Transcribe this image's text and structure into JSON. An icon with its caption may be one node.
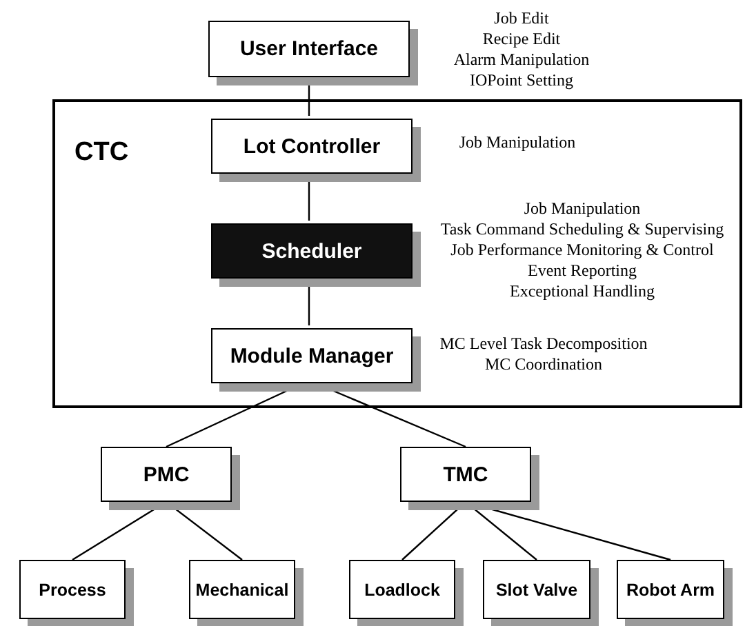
{
  "diagram": {
    "nodes": [
      {
        "text": [
          "User Interface"
        ],
        "beside": [
          "Job Edit",
          "Recipe Edit",
          "Alarm Manipulation",
          "IOPoint Setting"
        ]
      },
      {
        "text": [
          "CTC"
        ]
      },
      {
        "text": [
          "Lot Controller"
        ],
        "in": 1,
        "beside": [
          "Job Manipulation"
        ]
      },
      {
        "text": [
          "Scheduler"
        ],
        "in": 1,
        "beside": [
          "Job Manipulation",
          "Task Command Scheduling & Supervising",
          "Job Performance Monitoring & Control",
          "Event Reporting",
          "Exceptional Handling"
        ]
      },
      {
        "text": [
          "Module Manager"
        ],
        "in": 1,
        "beside": [
          "MC Level Task Decomposition",
          "MC Coordination"
        ]
      },
      {
        "text": [
          "PMC"
        ]
      },
      {
        "text": [
          "TMC"
        ]
      },
      {
        "text": [
          "Process"
        ]
      },
      {
        "text": [
          "Mechanical"
        ]
      },
      {
        "text": [
          "Loadlock"
        ]
      },
      {
        "text": [
          "Slot Valve"
        ]
      },
      {
        "text": [
          "Robot Arm"
        ]
      }
    ],
    "edges": [
      {
        "from": 0,
        "to": 2,
        "arrow": "none"
      },
      {
        "from": 2,
        "to": 3,
        "arrow": "none"
      },
      {
        "from": 3,
        "to": 4,
        "arrow": "none"
      },
      {
        "from": 4,
        "to": 5,
        "arrow": "none"
      },
      {
        "from": 4,
        "to": 6,
        "arrow": "none"
      },
      {
        "from": 5,
        "to": 7,
        "arrow": "none"
      },
      {
        "from": 5,
        "to": 8,
        "arrow": "none"
      },
      {
        "from": 6,
        "to": 9,
        "arrow": "none"
      },
      {
        "from": 6,
        "to": 10,
        "arrow": "none"
      },
      {
        "from": 6,
        "to": 11,
        "arrow": "none"
      }
    ]
  }
}
